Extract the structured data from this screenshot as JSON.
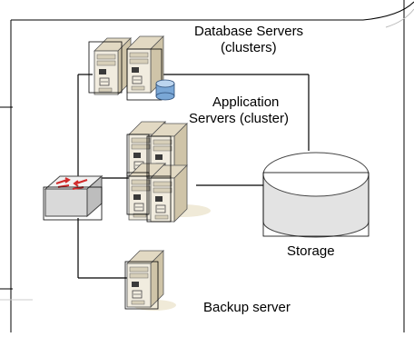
{
  "labels": {
    "database_title": "Database Servers",
    "database_sub": "(clusters)",
    "application_title": "Application",
    "application_sub": "Servers (cluster)",
    "storage": "Storage",
    "backup": "Backup server"
  },
  "colors": {
    "server_front": "#f1ecdf",
    "server_side": "#cfc4a8",
    "server_top": "#e2d9c3",
    "server_dark": "#3a3a3a",
    "storage_top": "#ffffff",
    "storage_side": "#e3e3e3",
    "switch_body": "#d9d9d9",
    "switch_arrow": "#d22a2a",
    "disk_blue": "#7aa7d6",
    "line": "#000000"
  },
  "icons": [
    "server-icon",
    "database-disk-icon",
    "network-switch-icon",
    "storage-cylinder-icon"
  ]
}
